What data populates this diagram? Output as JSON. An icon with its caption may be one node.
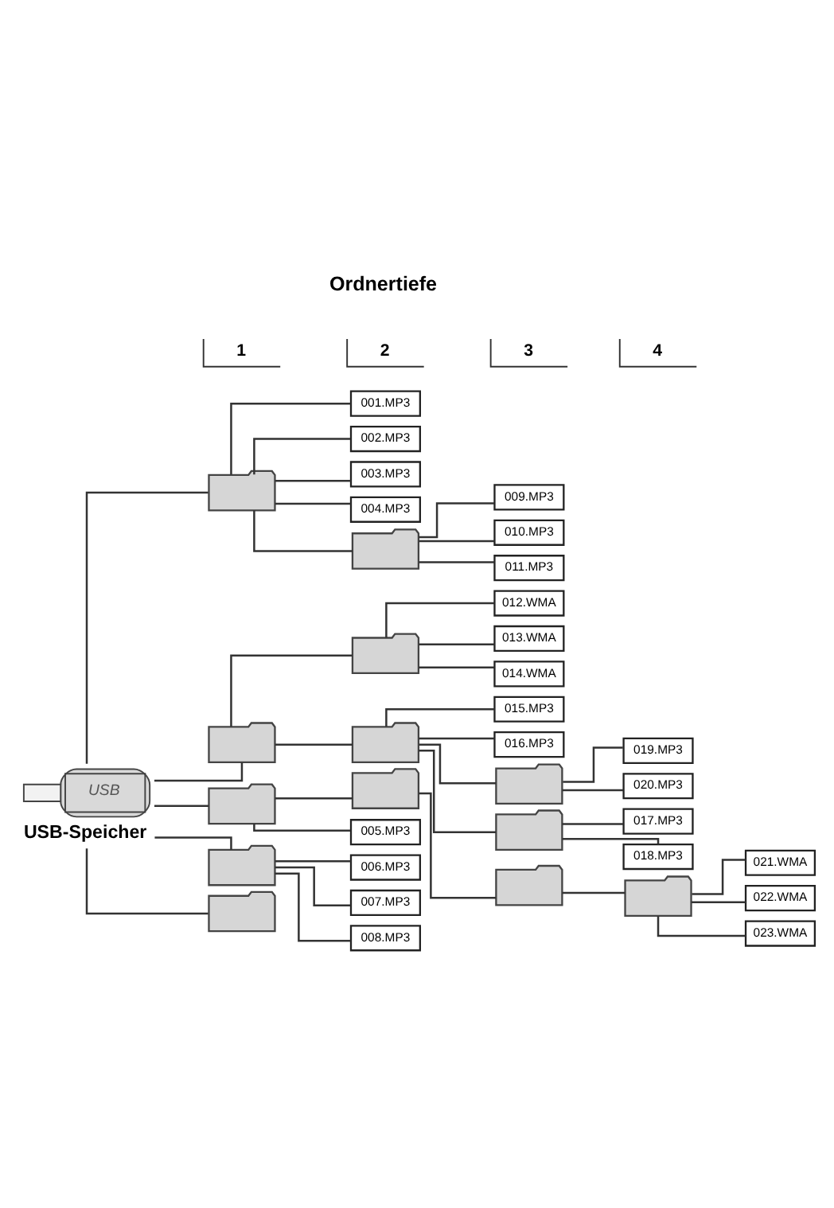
{
  "diagram": {
    "nodes": [
      {
        "text": [
          "USB"
        ],
        "beside": [
          "USB-Speicher"
        ]
      },
      {
        "text": [],
        "shape": "folder"
      },
      {
        "text": [
          "001.MP3"
        ]
      },
      {
        "text": [
          "002.MP3"
        ]
      },
      {
        "text": [
          "003.MP3"
        ]
      },
      {
        "text": [
          "004.MP3"
        ]
      },
      {
        "text": [],
        "shape": "folder"
      },
      {
        "text": [
          "009.MP3"
        ]
      },
      {
        "text": [
          "010.MP3"
        ]
      },
      {
        "text": [
          "011.MP3"
        ]
      },
      {
        "text": [],
        "shape": "folder"
      },
      {
        "text": [],
        "shape": "folder"
      },
      {
        "text": [
          "012.WMA"
        ]
      },
      {
        "text": [
          "013.WMA"
        ]
      },
      {
        "text": [
          "014.WMA"
        ]
      },
      {
        "text": [],
        "shape": "folder"
      },
      {
        "text": [
          "015.MP3"
        ]
      },
      {
        "text": [
          "016.MP3"
        ]
      },
      {
        "text": [],
        "shape": "folder"
      },
      {
        "text": [
          "019.MP3"
        ]
      },
      {
        "text": [
          "020.MP3"
        ]
      },
      {
        "text": [],
        "shape": "folder"
      },
      {
        "text": [
          "017.MP3"
        ]
      },
      {
        "text": [
          "018.MP3"
        ]
      },
      {
        "text": [],
        "shape": "folder"
      },
      {
        "text": [],
        "shape": "folder"
      },
      {
        "text": [],
        "shape": "folder"
      },
      {
        "text": [
          "005.MP3"
        ]
      },
      {
        "text": [],
        "shape": "folder"
      },
      {
        "text": [
          "021.WMA"
        ]
      },
      {
        "text": [
          "022.WMA"
        ]
      },
      {
        "text": [
          "023.WMA"
        ]
      },
      {
        "text": [],
        "shape": "folder"
      },
      {
        "text": [
          "006.MP3"
        ]
      },
      {
        "text": [
          "007.MP3"
        ]
      },
      {
        "text": [
          "008.MP3"
        ]
      },
      {
        "text": [],
        "shape": "folder"
      }
    ],
    "edges": [
      {
        "from": 0,
        "to": 1,
        "arrow": "none"
      },
      {
        "from": 0,
        "to": 10,
        "arrow": "none"
      },
      {
        "from": 0,
        "to": 24,
        "arrow": "none"
      },
      {
        "from": 0,
        "to": 32,
        "arrow": "none"
      },
      {
        "from": 0,
        "to": 36,
        "arrow": "none"
      },
      {
        "from": 1,
        "to": 2,
        "arrow": "none"
      },
      {
        "from": 1,
        "to": 3,
        "arrow": "none"
      },
      {
        "from": 1,
        "to": 4,
        "arrow": "none"
      },
      {
        "from": 1,
        "to": 5,
        "arrow": "none"
      },
      {
        "from": 1,
        "to": 6,
        "arrow": "none"
      },
      {
        "from": 6,
        "to": 7,
        "arrow": "none"
      },
      {
        "from": 6,
        "to": 8,
        "arrow": "none"
      },
      {
        "from": 6,
        "to": 9,
        "arrow": "none"
      },
      {
        "from": 10,
        "to": 11,
        "arrow": "none"
      },
      {
        "from": 10,
        "to": 15,
        "arrow": "none"
      },
      {
        "from": 11,
        "to": 12,
        "arrow": "none"
      },
      {
        "from": 11,
        "to": 13,
        "arrow": "none"
      },
      {
        "from": 11,
        "to": 14,
        "arrow": "none"
      },
      {
        "from": 15,
        "to": 16,
        "arrow": "none"
      },
      {
        "from": 15,
        "to": 17,
        "arrow": "none"
      },
      {
        "from": 15,
        "to": 18,
        "arrow": "none"
      },
      {
        "from": 15,
        "to": 21,
        "arrow": "none"
      },
      {
        "from": 18,
        "to": 19,
        "arrow": "none"
      },
      {
        "from": 18,
        "to": 20,
        "arrow": "none"
      },
      {
        "from": 21,
        "to": 22,
        "arrow": "none"
      },
      {
        "from": 21,
        "to": 23,
        "arrow": "none"
      },
      {
        "from": 24,
        "to": 25,
        "arrow": "none"
      },
      {
        "from": 24,
        "to": 27,
        "arrow": "none"
      },
      {
        "from": 25,
        "to": 26,
        "arrow": "none"
      },
      {
        "from": 26,
        "to": 28,
        "arrow": "none"
      },
      {
        "from": 28,
        "to": 29,
        "arrow": "none"
      },
      {
        "from": 28,
        "to": 30,
        "arrow": "none"
      },
      {
        "from": 28,
        "to": 31,
        "arrow": "none"
      },
      {
        "from": 32,
        "to": 33,
        "arrow": "none"
      },
      {
        "from": 32,
        "to": 34,
        "arrow": "none"
      },
      {
        "from": 32,
        "to": 35,
        "arrow": "none"
      }
    ],
    "labels": [
      "Ordnertiefe",
      "1",
      "2",
      "3",
      "4"
    ]
  }
}
